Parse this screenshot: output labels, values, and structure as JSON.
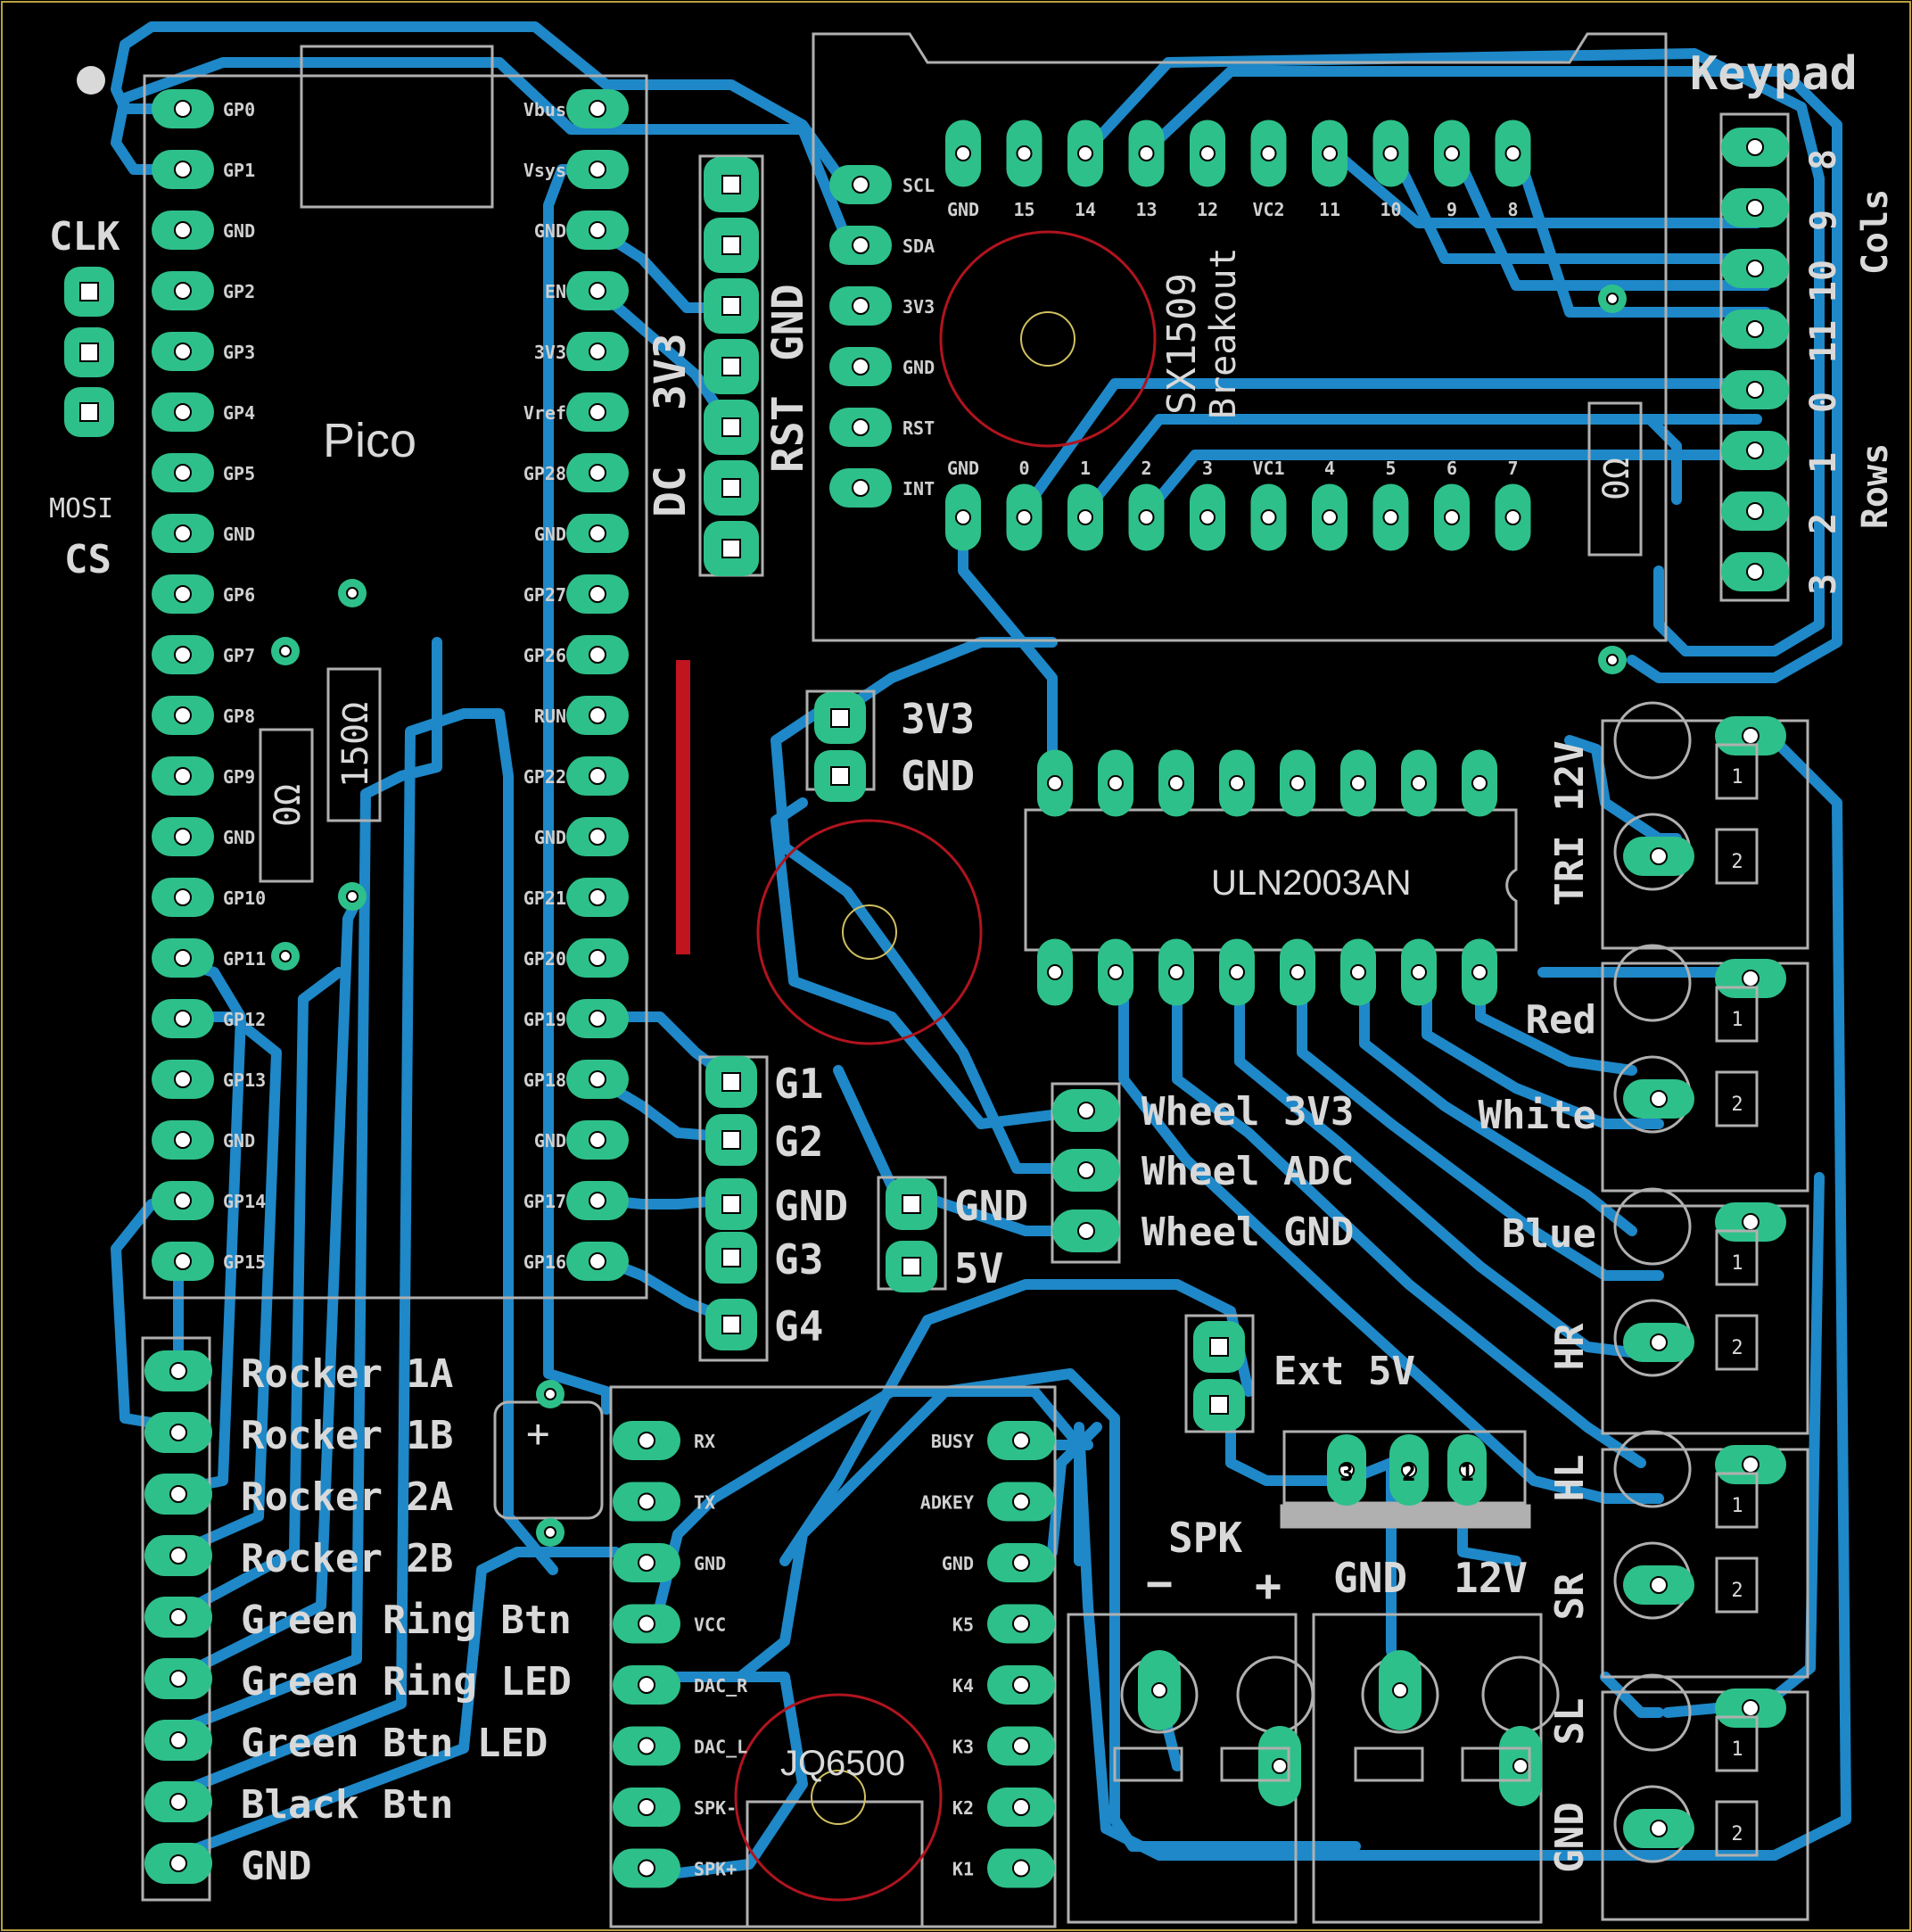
{
  "colors": {
    "background": "#000000",
    "trace": "#1e88c8",
    "pad": "#2ec08a",
    "silkscreen": "#d9d9d9",
    "jumper": "#c0141e"
  },
  "pico": {
    "label": "Pico",
    "left_pins": [
      "GP0",
      "GP1",
      "GND",
      "GP2",
      "GP3",
      "GP4",
      "GP5",
      "GND",
      "GP6",
      "GP7",
      "GP8",
      "GP9",
      "GND",
      "GP10",
      "GP11",
      "GP12",
      "GP13",
      "GND",
      "GP14",
      "GP15"
    ],
    "right_pins": [
      "Vbus",
      "Vsys",
      "GND",
      "EN",
      "3V3",
      "Vref",
      "GP28",
      "GND",
      "GP27",
      "GP26",
      "RUN",
      "GP22",
      "GND",
      "GP21",
      "GP20",
      "GP19",
      "GP18",
      "GND",
      "GP17",
      "GP16"
    ]
  },
  "display_header": {
    "labels": [
      "3V3",
      "GND",
      "RST",
      "DC"
    ],
    "spi_labels": [
      "CLK",
      "MOSI",
      "CS"
    ]
  },
  "sx1509": {
    "title_lines": [
      "SX1509",
      "Breakout"
    ],
    "left_pins": [
      "SCL",
      "SDA",
      "3V3",
      "GND",
      "RST",
      "INT"
    ],
    "top_pins": [
      "GND",
      "15",
      "14",
      "13",
      "12",
      "VC2",
      "11",
      "10",
      "9",
      "8"
    ],
    "bottom_pins": [
      "GND",
      "0",
      "1",
      "2",
      "3",
      "VC1",
      "4",
      "5",
      "6",
      "7"
    ]
  },
  "keypad": {
    "title": "Keypad",
    "numbers": [
      "8",
      "9",
      "10",
      "11",
      "0",
      "1",
      "2",
      "3"
    ],
    "cols_label": "Cols",
    "rows_label": "Rows"
  },
  "resistors": {
    "r1": "0Ω",
    "r2": "150Ω",
    "r3": "0Ω"
  },
  "power_header": [
    "3V3",
    "GND"
  ],
  "uln": {
    "label": "ULN2003AN"
  },
  "gauge_header": [
    "G1",
    "G2",
    "GND",
    "G3",
    "G4"
  ],
  "gnd5v_header": [
    "GND",
    "5V"
  ],
  "wheel_header": [
    "Wheel 3V3",
    "Wheel ADC",
    "Wheel GND"
  ],
  "ext5v": "Ext 5V",
  "regulator_pins": [
    "3",
    "2",
    "1"
  ],
  "right_terminals": [
    "TRI 12V",
    "Red",
    "White",
    "Blue",
    "HR",
    "HL",
    "SR",
    "SL",
    "GND"
  ],
  "terminal_pin_nums": [
    "1",
    "2"
  ],
  "bottom_left_header": [
    "Rocker 1A",
    "Rocker 1B",
    "Rocker 2A",
    "Rocker 2B",
    "Green Ring Btn",
    "Green Ring LED",
    "Green Btn LED",
    "Black Btn",
    "GND"
  ],
  "jq6500": {
    "label": "JQ6500",
    "left_pins": [
      "RX",
      "TX",
      "GND",
      "VCC",
      "DAC_R",
      "DAC_L",
      "SPK-",
      "SPK+"
    ],
    "right_pins": [
      "BUSY",
      "ADKEY",
      "GND",
      "K5",
      "K4",
      "K3",
      "K2",
      "K1"
    ]
  },
  "capacitor_sign": "+",
  "speaker": {
    "label": "SPK",
    "minus": "−",
    "plus": "+"
  },
  "power_in": {
    "gnd": "GND",
    "v12": "12V"
  }
}
